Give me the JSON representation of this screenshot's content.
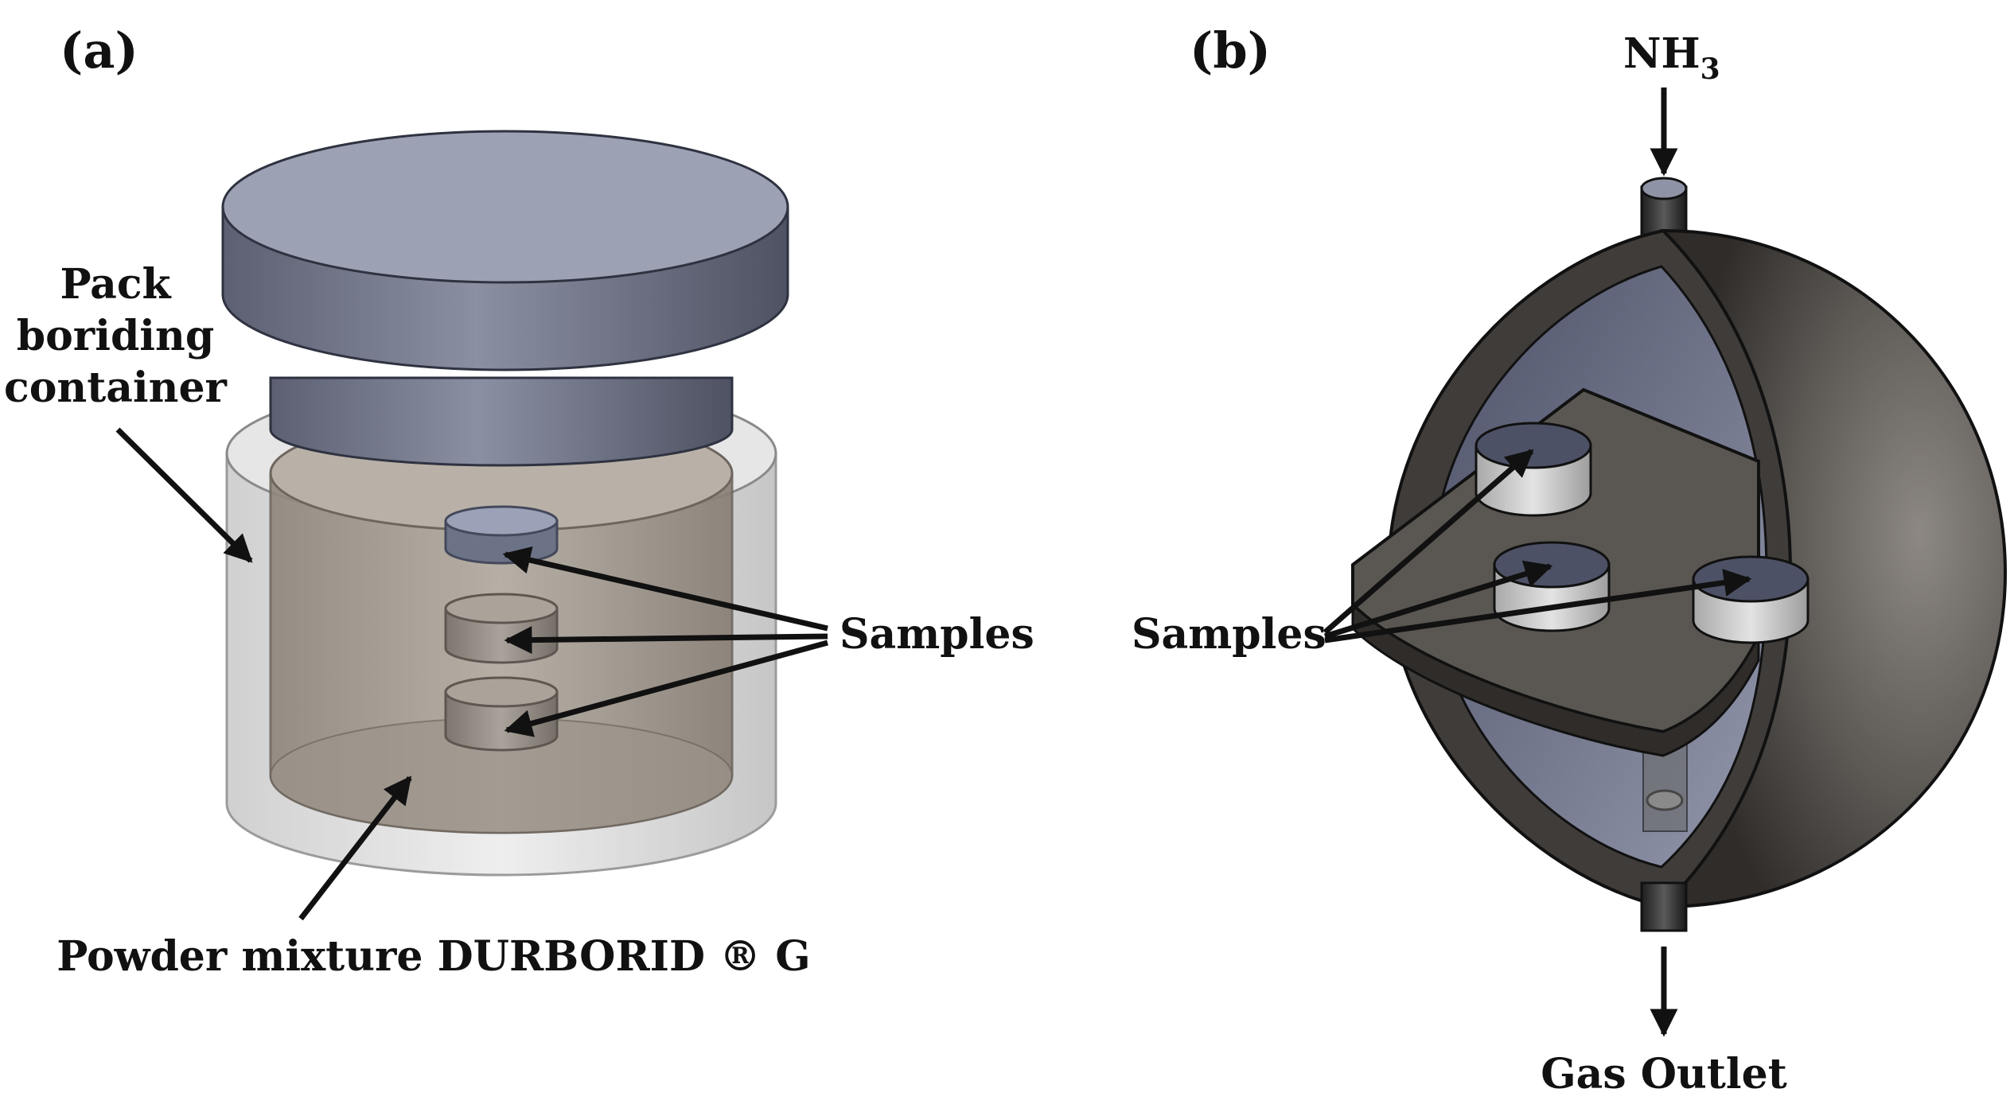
{
  "panels": {
    "a": "(a)",
    "b": "(b)"
  },
  "labels_a": {
    "container_line1": "Pack",
    "container_line2": "boriding",
    "container_line3": "container",
    "samples": "Samples",
    "powder": "Powder mixture DURBORID ® G"
  },
  "labels_b": {
    "nh3_main": "NH",
    "nh3_sub": "3",
    "samples": "Samples",
    "outlet": "Gas Outlet"
  },
  "colors": {
    "lid": "#7c8193",
    "lid_top": "#9aa0b3",
    "vessel_glass": "#d9d9d9",
    "powder": "#a49c93",
    "sample_top": "#8c93a8",
    "sphere_ring": "#3f3c3a",
    "plate": "#55514d",
    "arrow": "#111111"
  }
}
